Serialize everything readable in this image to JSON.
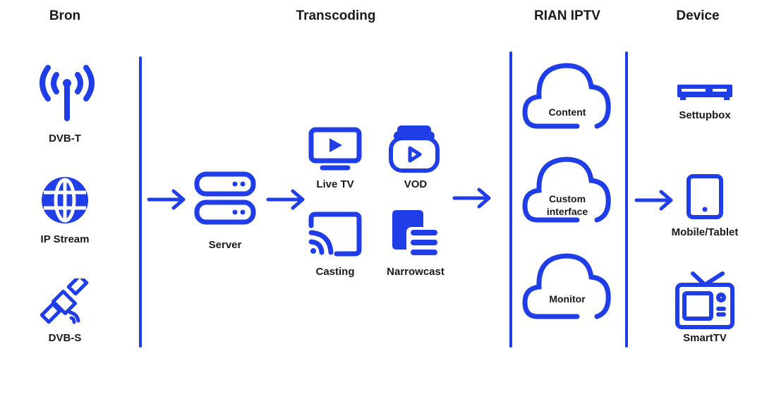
{
  "colors": {
    "accent": "#1f3ee8"
  },
  "columns": {
    "bron": "Bron",
    "transcoding": "Transcoding",
    "rian": "RIAN IPTV",
    "device": "Device"
  },
  "sources": [
    {
      "label": "DVB-T",
      "icon": "antenna-icon"
    },
    {
      "label": "IP Stream",
      "icon": "globe-icon"
    },
    {
      "label": "DVB-S",
      "icon": "satellite-icon"
    }
  ],
  "server": {
    "label": "Server",
    "icon": "server-icon"
  },
  "services": [
    {
      "label": "Live TV",
      "icon": "tv-play-icon"
    },
    {
      "label": "VOD",
      "icon": "vod-stack-icon"
    },
    {
      "label": "Casting",
      "icon": "cast-icon"
    },
    {
      "label": "Narrowcast",
      "icon": "narrowcast-icon"
    }
  ],
  "platform": [
    {
      "label": "Content",
      "icon": "cloud-icon"
    },
    {
      "label": "Custom interface",
      "icon": "cloud-icon"
    },
    {
      "label": "Monitor",
      "icon": "cloud-icon"
    }
  ],
  "devices": [
    {
      "label": "Settupbox",
      "icon": "settopbox-icon"
    },
    {
      "label": "Mobile/Tablet",
      "icon": "tablet-icon"
    },
    {
      "label": "SmartTV",
      "icon": "smart-tv-icon"
    }
  ]
}
